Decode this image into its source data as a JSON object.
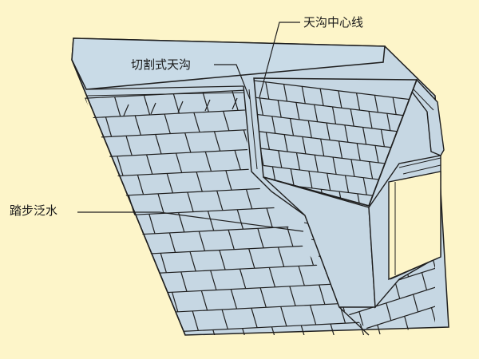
{
  "labels": {
    "valley_centerline": "天沟中心线",
    "cut_valley": "切割式天沟",
    "step_flashing": "踏步泛水"
  },
  "colors": {
    "background": "#fdf5c9",
    "roof_fill": "#c6d7e3",
    "shingle_line": "#1f1f1f",
    "leader_line": "#1f1f1f"
  }
}
